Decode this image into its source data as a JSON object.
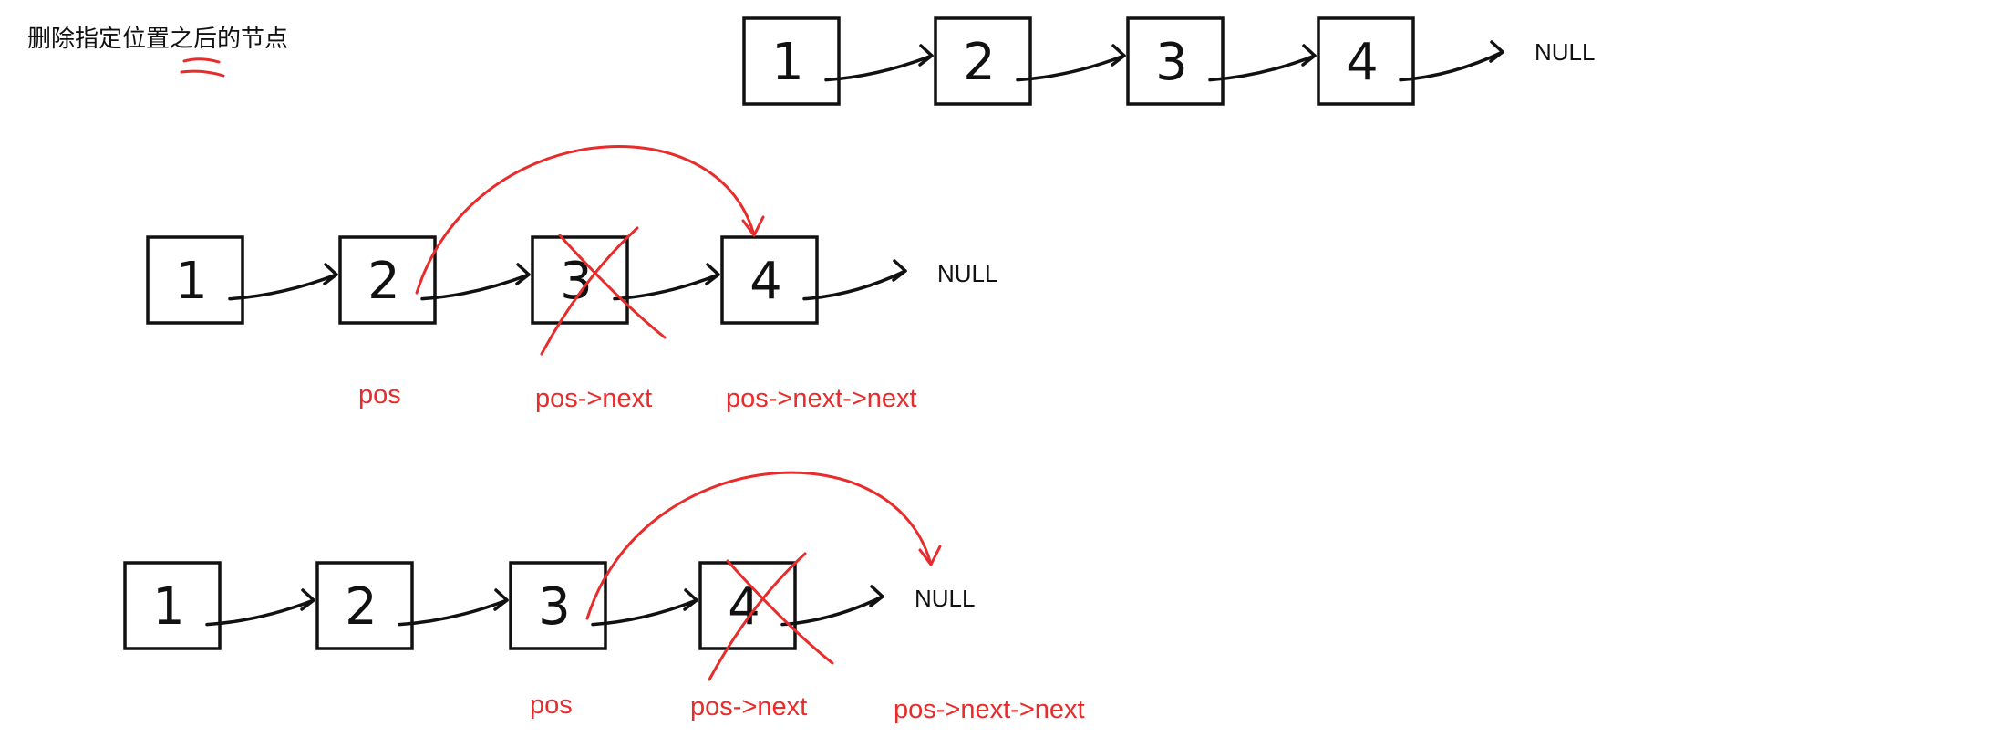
{
  "title": "删除指定位置之后的节点",
  "colors": {
    "ink": "#111111",
    "marker": "#e82b2b"
  },
  "rows": [
    {
      "name": "original-list",
      "nodes": [
        "1",
        "2",
        "3",
        "4"
      ],
      "null_label": "NULL",
      "deleted_node_index": null,
      "pointer_labels": []
    },
    {
      "name": "delete-after-middle",
      "nodes": [
        "1",
        "2",
        "3",
        "4"
      ],
      "null_label": "NULL",
      "deleted_node_index": 2,
      "bypass": {
        "from": 1,
        "to": 3
      },
      "pointer_labels": [
        "pos",
        "pos->next",
        "pos->next->next"
      ]
    },
    {
      "name": "delete-after-tail-case",
      "nodes": [
        "1",
        "2",
        "3",
        "4"
      ],
      "null_label": "NULL",
      "deleted_node_index": 3,
      "bypass": {
        "from": 2,
        "to": "null"
      },
      "pointer_labels": [
        "pos",
        "pos->next",
        "pos->next->next"
      ]
    }
  ]
}
